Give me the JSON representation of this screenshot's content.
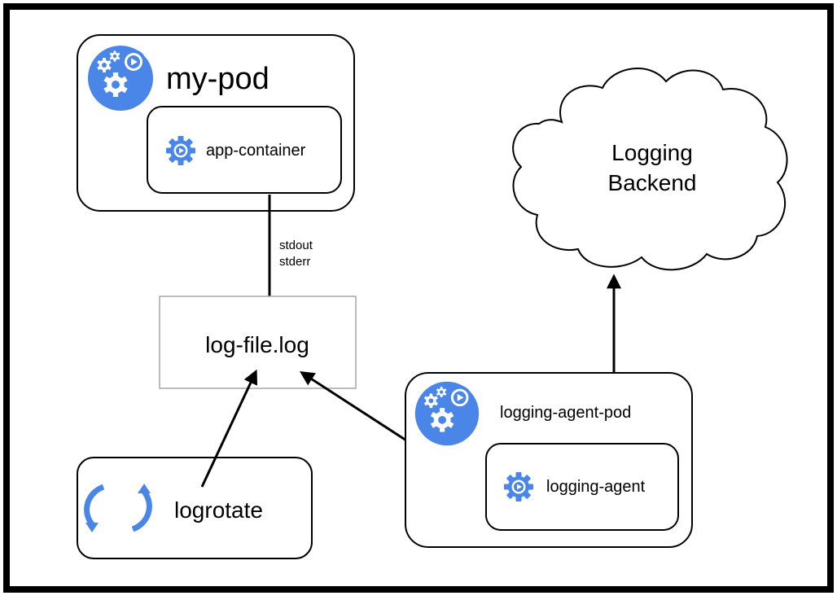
{
  "colors": {
    "icon_blue": "#4a86e8",
    "frame": "#000000",
    "logfile_border": "#a6a6a6"
  },
  "pods": {
    "my_pod": {
      "label": "my-pod",
      "container": {
        "label": "app-container"
      }
    },
    "logging_agent_pod": {
      "label": "logging-agent-pod",
      "container": {
        "label": "logging-agent"
      }
    }
  },
  "log_file": {
    "label": "log-file.log"
  },
  "logrotate": {
    "label": "logrotate"
  },
  "backend": {
    "line1": "Logging",
    "line2": "Backend"
  },
  "streams": {
    "line1": "stdout",
    "line2": "stderr"
  },
  "icons": {
    "pod": "kubernetes-pod-icon",
    "container": "gear-play-icon",
    "rotate": "rotate-arrows-icon"
  }
}
